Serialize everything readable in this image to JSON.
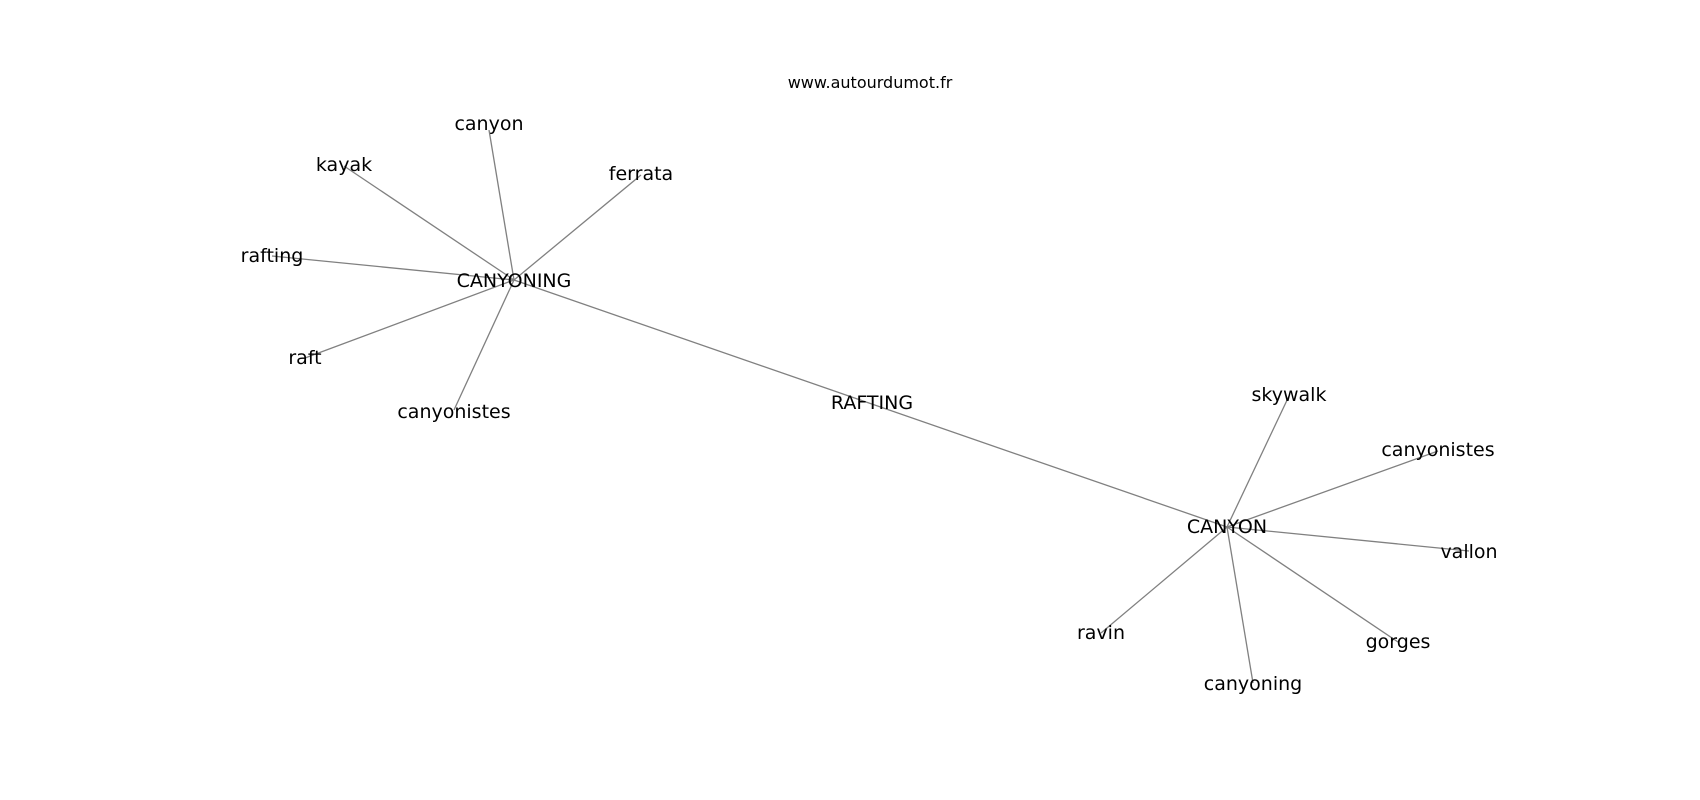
{
  "watermark": "www.autourdumot.fr",
  "nodes": {
    "rafting_hub": "RAFTING",
    "canyoning_hub": "CANYONING",
    "canyon_hub": "CANYON",
    "canyoning_canyon": "canyon",
    "canyoning_kayak": "kayak",
    "canyoning_ferrata": "ferrata",
    "canyoning_rafting": "rafting",
    "canyoning_raft": "raft",
    "canyoning_canyonistes": "canyonistes",
    "canyon_skywalk": "skywalk",
    "canyon_canyonistes": "canyonistes",
    "canyon_vallon": "vallon",
    "canyon_ravin": "ravin",
    "canyon_gorges": "gorges",
    "canyon_canyoning": "canyoning"
  },
  "edges": [
    [
      "canyoning_hub",
      "canyon_hub"
    ],
    [
      "canyoning_hub",
      "canyoning_canyon"
    ],
    [
      "canyoning_hub",
      "canyoning_kayak"
    ],
    [
      "canyoning_hub",
      "canyoning_ferrata"
    ],
    [
      "canyoning_hub",
      "canyoning_rafting"
    ],
    [
      "canyoning_hub",
      "canyoning_raft"
    ],
    [
      "canyoning_hub",
      "canyoning_canyonistes"
    ],
    [
      "canyon_hub",
      "canyon_skywalk"
    ],
    [
      "canyon_hub",
      "canyon_canyonistes"
    ],
    [
      "canyon_hub",
      "canyon_vallon"
    ],
    [
      "canyon_hub",
      "canyon_ravin"
    ],
    [
      "canyon_hub",
      "canyon_gorges"
    ],
    [
      "canyon_hub",
      "canyon_canyoning"
    ]
  ]
}
